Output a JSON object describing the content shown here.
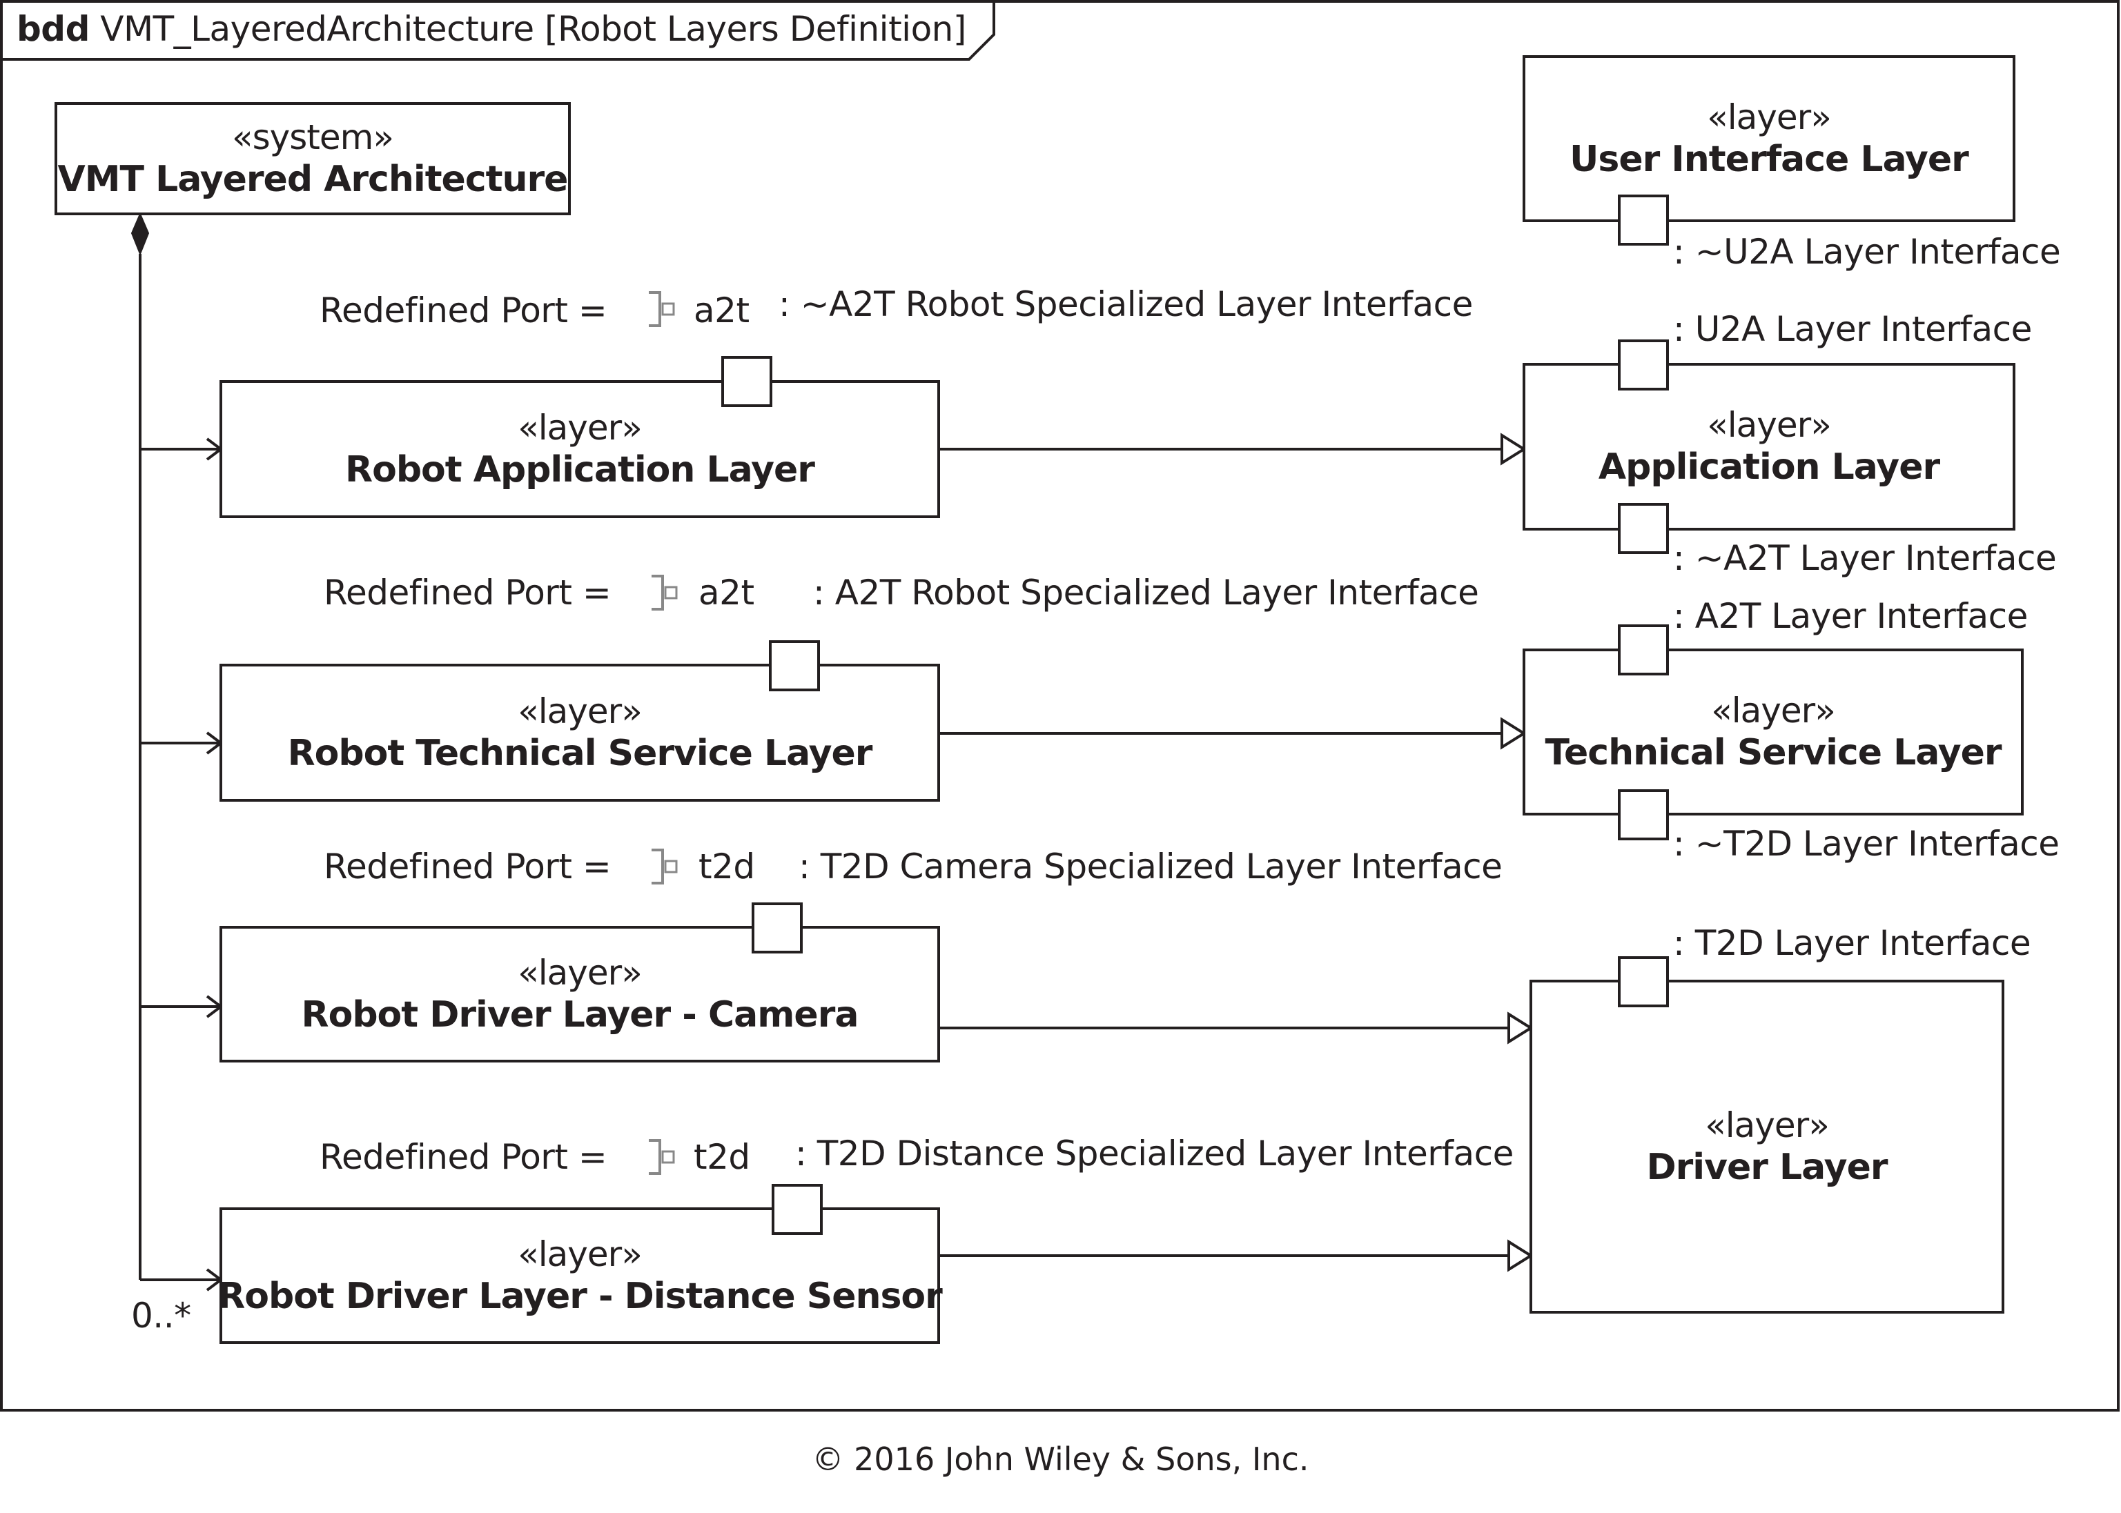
{
  "frame": {
    "keyword": "bdd",
    "title": "VMT_LayeredArchitecture [Robot Layers Definition]"
  },
  "system_block": {
    "stereotype": "«system»",
    "name": "VMT Layered Architecture"
  },
  "multiplicity": "0..*",
  "robot_layers": [
    {
      "stereotype": "«layer»",
      "name": "Robot Application Layer",
      "redef_prefix": "Redefined Port =",
      "redef_port": "a2t",
      "redef_type": ": ~A2T Robot Specialized Layer Interface"
    },
    {
      "stereotype": "«layer»",
      "name": "Robot Technical Service Layer",
      "redef_prefix": "Redefined Port =",
      "redef_port": "a2t",
      "redef_type": ": A2T Robot Specialized Layer Interface"
    },
    {
      "stereotype": "«layer»",
      "name": "Robot Driver Layer - Camera",
      "redef_prefix": "Redefined Port =",
      "redef_port": "t2d",
      "redef_type": ": T2D Camera Specialized Layer Interface"
    },
    {
      "stereotype": "«layer»",
      "name": "Robot Driver Layer - Distance Sensor",
      "redef_prefix": "Redefined Port =",
      "redef_port": "t2d",
      "redef_type": ": T2D Distance Specialized Layer Interface"
    }
  ],
  "general_layers": {
    "user_interface": {
      "stereotype": "«layer»",
      "name": "User Interface Layer",
      "port_bottom": ": ~U2A Layer Interface"
    },
    "application": {
      "stereotype": "«layer»",
      "name": "Application Layer",
      "port_top": ": U2A Layer Interface",
      "port_bottom": ": ~A2T Layer Interface"
    },
    "technical_service": {
      "stereotype": "«layer»",
      "name": "Technical Service Layer",
      "port_top": ": A2T Layer Interface",
      "port_bottom": ": ~T2D Layer Interface"
    },
    "driver": {
      "stereotype": "«layer»",
      "name": "Driver Layer",
      "port_top": ": T2D Layer Interface"
    }
  },
  "copyright": "© 2016 John Wiley & Sons, Inc."
}
